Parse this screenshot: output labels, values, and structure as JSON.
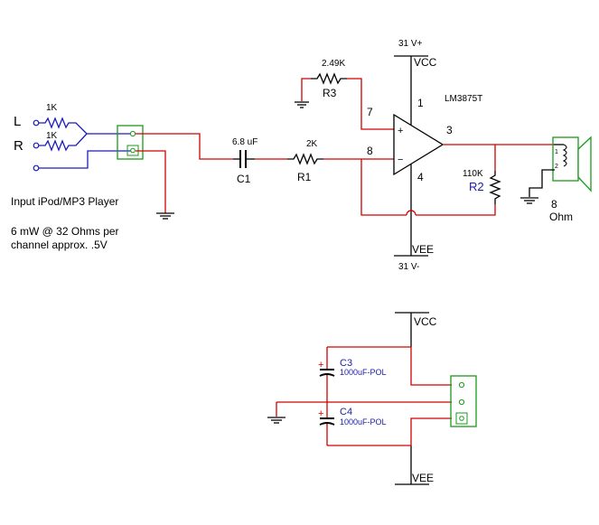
{
  "input": {
    "left": "L",
    "right": "R",
    "res_left": "1K",
    "res_right": "1K",
    "desc1": "Input iPod/MP3 Player",
    "desc2": "6 mW @ 32 Ohms per",
    "desc3": "channel approx. .5V"
  },
  "c1": {
    "value": "6.8 uF",
    "name": "C1"
  },
  "r1": {
    "value": "2K",
    "name": "R1"
  },
  "r3": {
    "value": "2.49K",
    "name": "R3"
  },
  "r2": {
    "value": "110K",
    "name": "R2"
  },
  "opamp": {
    "part": "LM3875T",
    "pin1": "1",
    "pin7": "7",
    "pin8": "8",
    "pin3": "3",
    "pin4": "4",
    "plus": "+",
    "minus": "−"
  },
  "supply": {
    "top_voltage": "31 V+",
    "vcc": "VCC",
    "vee": "VEE",
    "bottom_voltage": "31 V-"
  },
  "speaker": {
    "value": "8",
    "unit": "Ohm",
    "pin1": "1",
    "pin2": "2"
  },
  "psu": {
    "vcc": "VCC",
    "vee": "VEE",
    "c3_name": "C3",
    "c3_value": "1000uF-POL",
    "c4_name": "C4",
    "c4_value": "1000uF-POL",
    "polarity": "+"
  },
  "colors": {
    "wire": "#d00000",
    "input_wire": "#1c1cb8",
    "connector": "#1a9a1a",
    "part": "#000000"
  }
}
